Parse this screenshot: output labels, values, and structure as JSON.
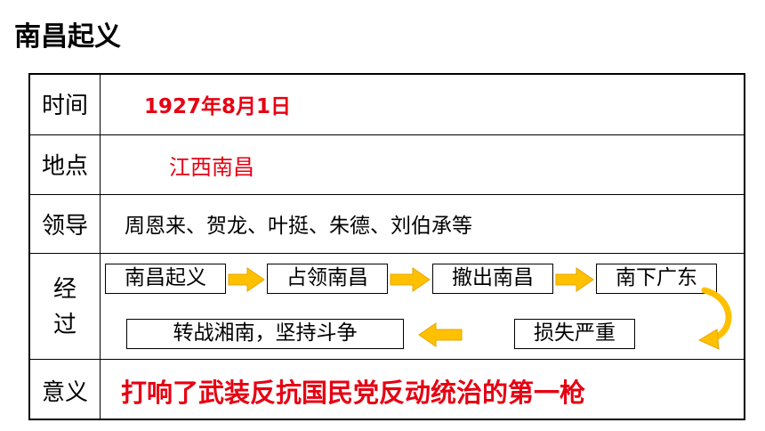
{
  "title": "南昌起义",
  "rows": {
    "time": {
      "label": "时间",
      "value": "1927年8月1日"
    },
    "place": {
      "label": "地点",
      "value": "江西南昌"
    },
    "leaders": {
      "label": "领导",
      "value": "周恩来、贺龙、叶挺、朱德、刘伯承等"
    },
    "process": {
      "label_line1": "经",
      "label_line2": "过",
      "steps": [
        "南昌起义",
        "占领南昌",
        "撤出南昌",
        "南下广东",
        "损失严重",
        "转战湘南，坚持斗争"
      ]
    },
    "significance": {
      "label": "意义",
      "value": "打响了武装反抗国民党反动统治的第一枪"
    }
  },
  "colors": {
    "highlight_red": "#e60012",
    "arrow_fill": "#ffc000",
    "arrow_stroke": "#e6a700"
  }
}
